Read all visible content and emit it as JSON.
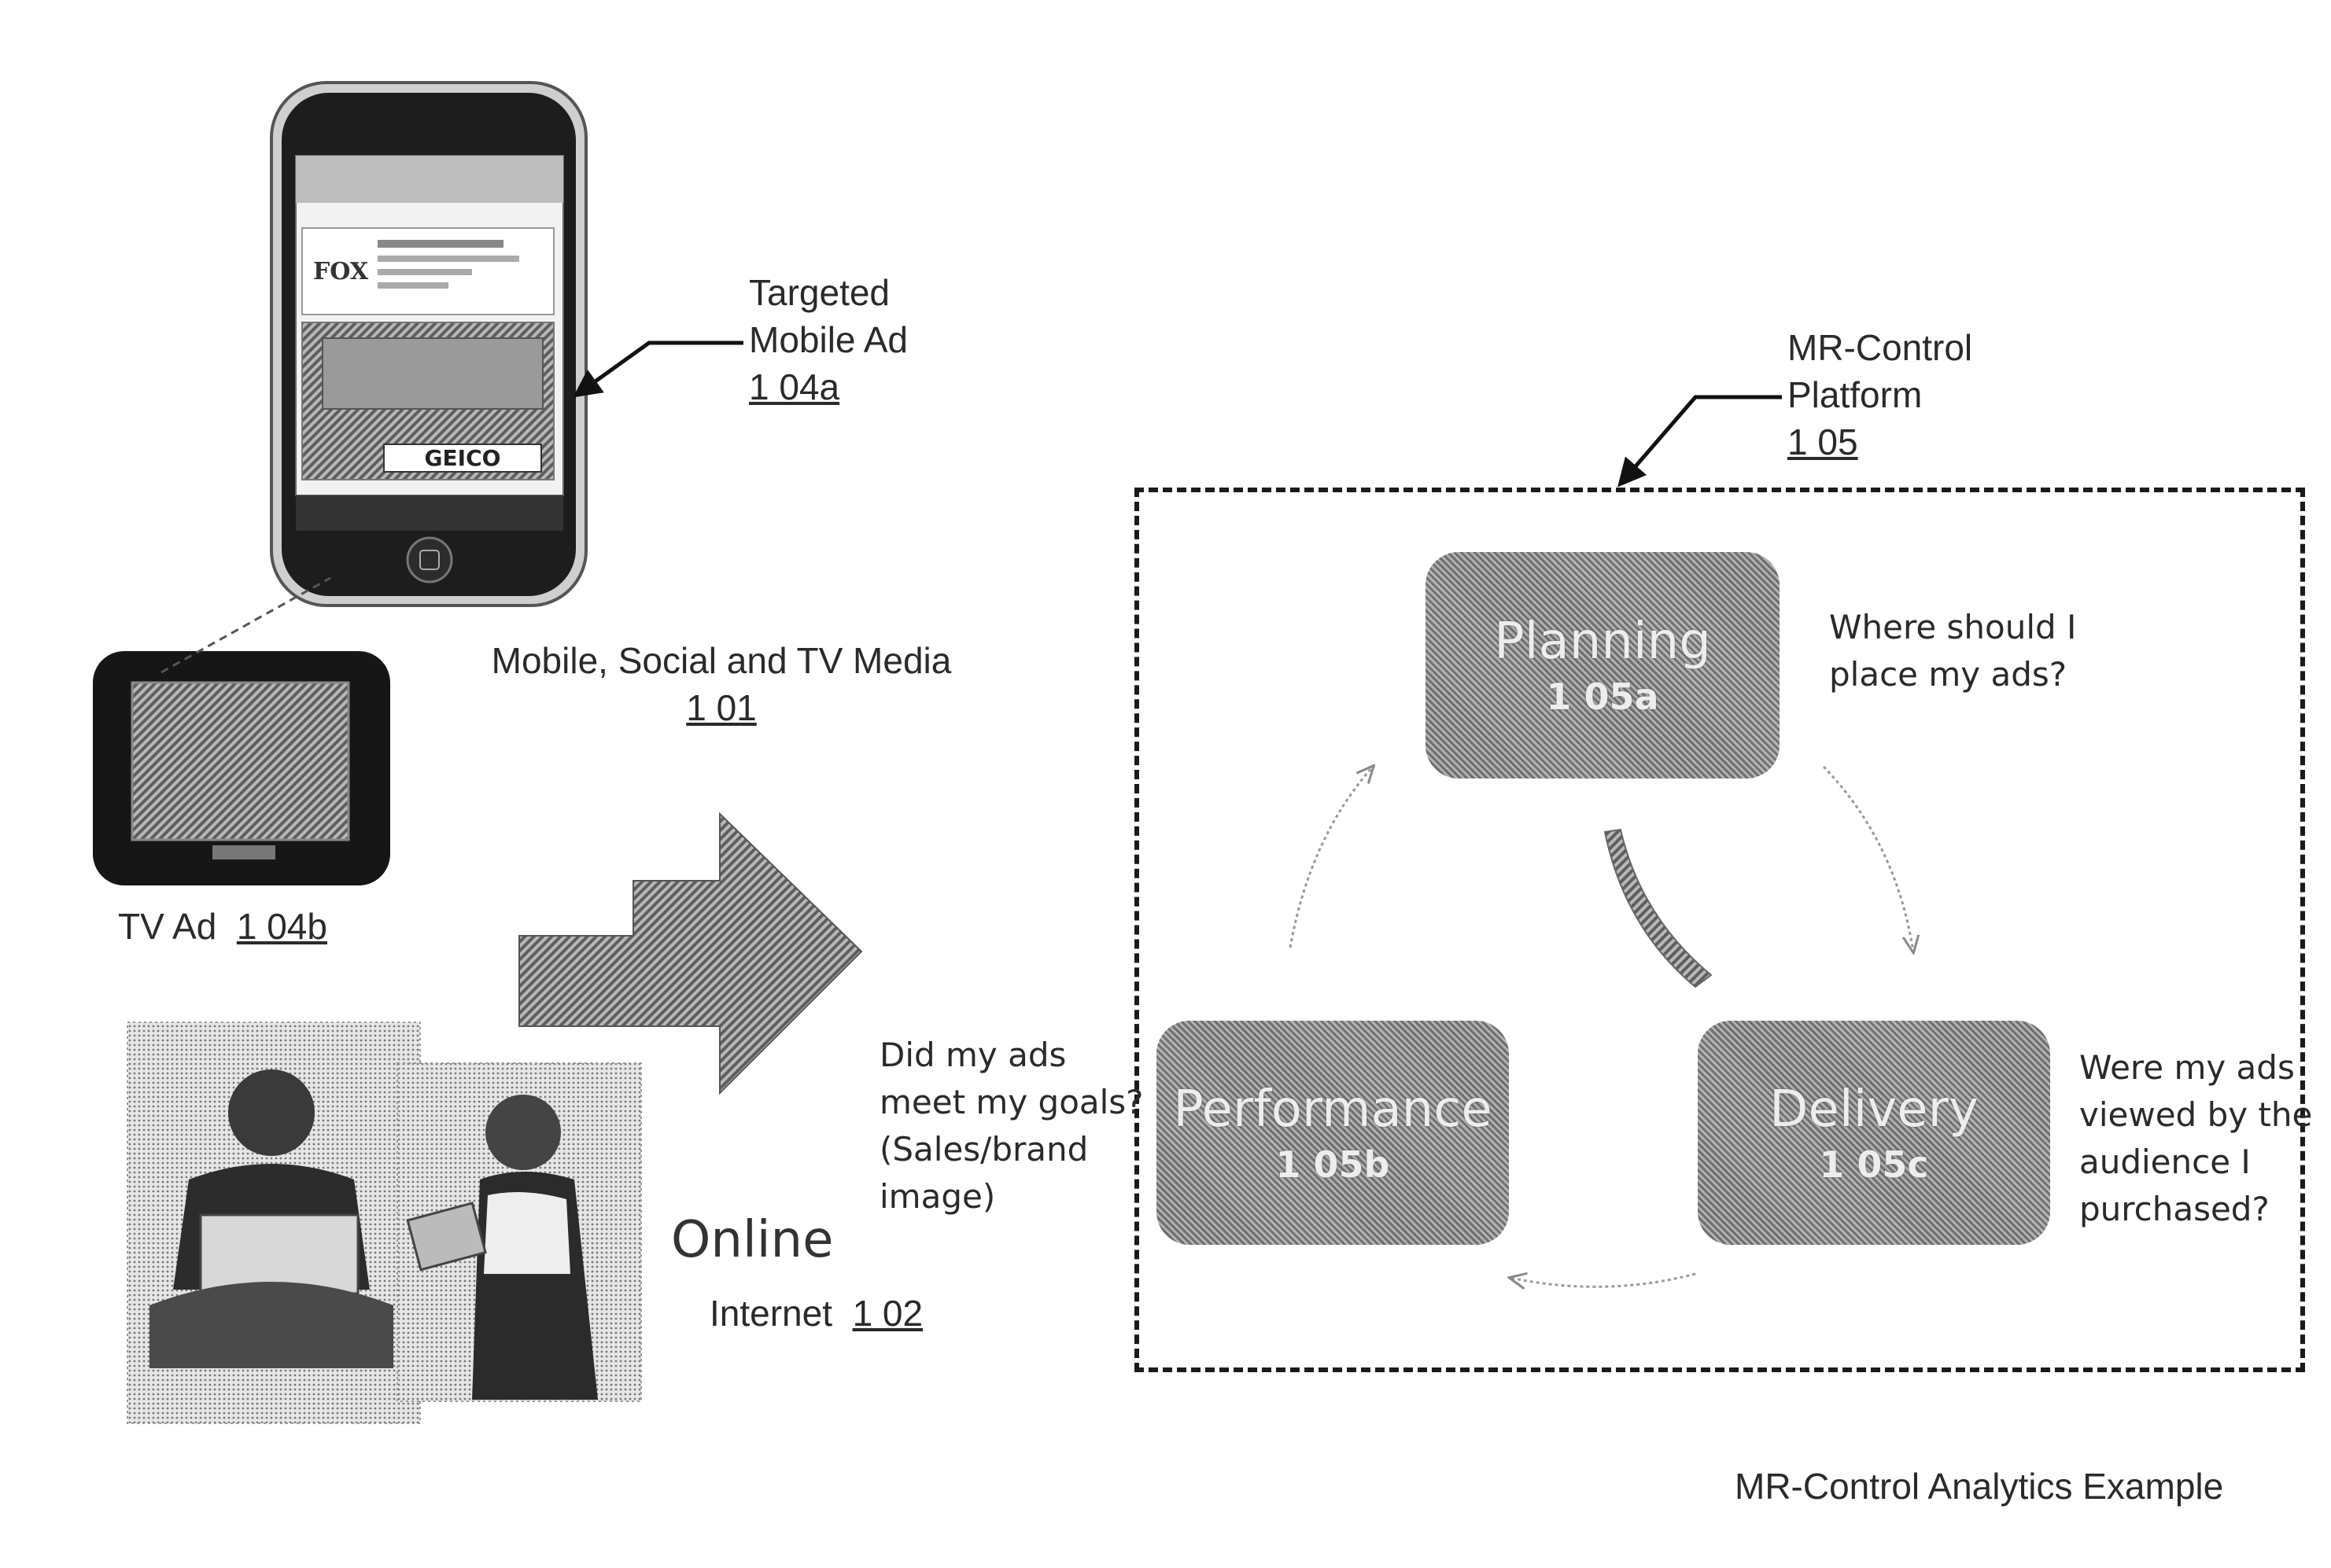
{
  "mobile_ad": {
    "line1": "Targeted",
    "line2": "Mobile Ad",
    "ref": "1 04a"
  },
  "media": {
    "title": "Mobile, Social and TV Media",
    "ref": "1 01"
  },
  "tv_ad": {
    "label": "TV Ad",
    "ref": "1 04b"
  },
  "phone": {
    "brand_left": "FOX",
    "brand_ad": "GEICO"
  },
  "online": {
    "title": "Online",
    "label": "Internet",
    "ref": "1 02"
  },
  "platform": {
    "line1": "MR-Control",
    "line2": "Platform",
    "ref": "1 05"
  },
  "boxes": {
    "planning": {
      "title": "Planning",
      "ref": "1 05a"
    },
    "performance": {
      "title": "Performance",
      "ref": "1 05b"
    },
    "delivery": {
      "title": "Delivery",
      "ref": "1 05c"
    }
  },
  "questions": {
    "planning": [
      "Where should I",
      "place my ads?"
    ],
    "performance": [
      "Did my ads",
      "meet my goals?",
      "(Sales/brand",
      "image)"
    ],
    "delivery": [
      "Were my ads",
      "viewed by the",
      "audience I",
      "purchased?"
    ]
  },
  "caption": "MR-Control Analytics Example"
}
